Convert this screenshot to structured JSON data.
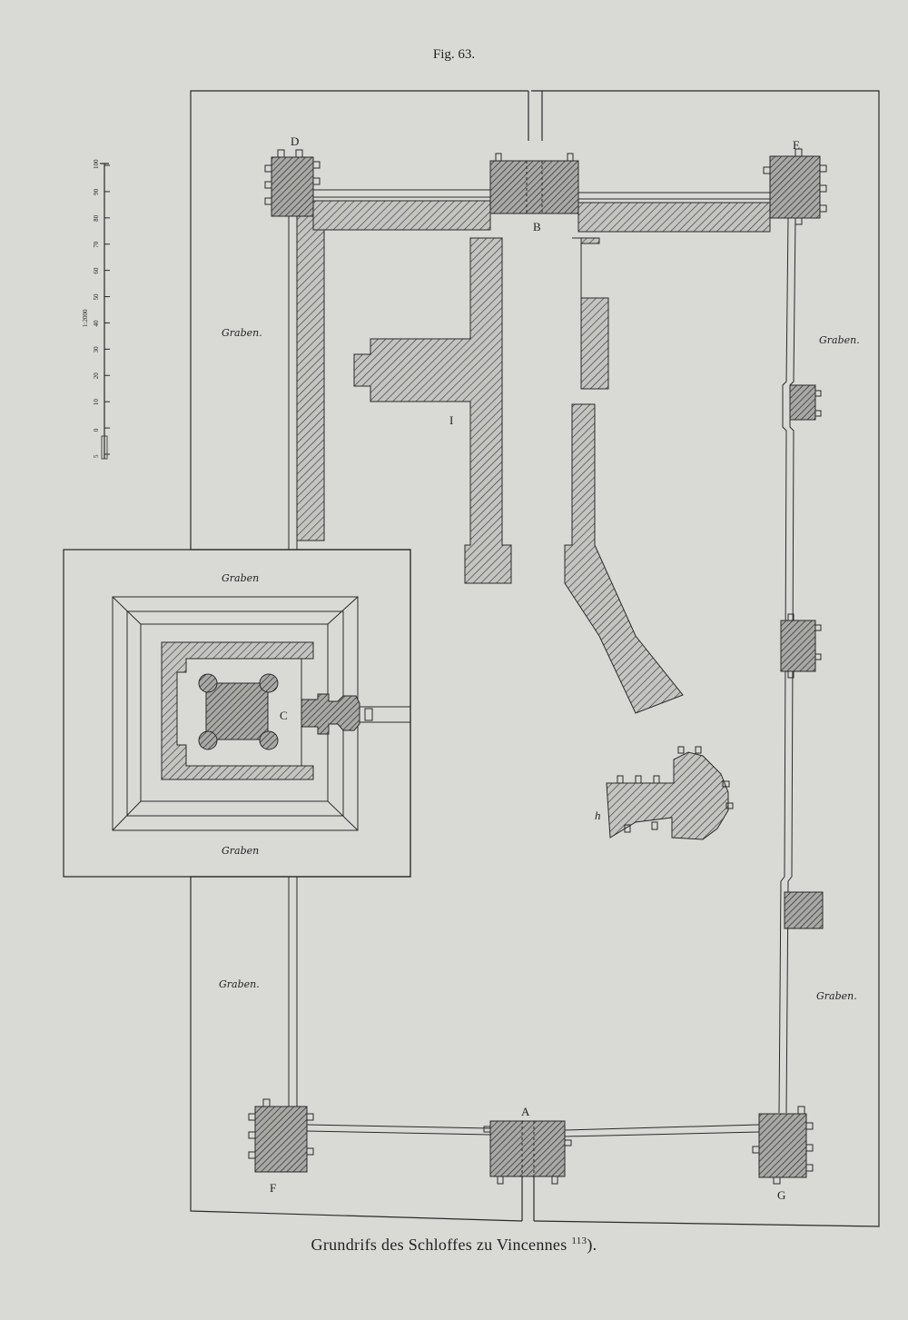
{
  "figure_label": "Fig. 63.",
  "caption": {
    "text": "Grundrifs des Schloffes zu Vincennes",
    "ref": "113",
    "suffix": ")."
  },
  "scale": {
    "ratio": "1:2000",
    "ticks": [
      "5",
      "0",
      "10",
      "20",
      "30",
      "40",
      "50",
      "60",
      "70",
      "80",
      "90",
      "100"
    ]
  },
  "labels": {
    "tower_d": "D",
    "tower_e": "E",
    "gate_b": "B",
    "gate_a": "A",
    "tower_f": "F",
    "tower_g": "G",
    "donjon_c": "C",
    "chapel_h": "h",
    "building_i": "I"
  },
  "moat_labels": {
    "west_upper": "Graben.",
    "east_upper": "Graben.",
    "donjon_north": "Graben",
    "donjon_south": "Graben",
    "west_lower": "Graben.",
    "east_lower": "Graben."
  },
  "colors": {
    "paper": "#d9d9d6",
    "ink": "#2a2a2a",
    "hatch_fill": "#9a9a98"
  }
}
